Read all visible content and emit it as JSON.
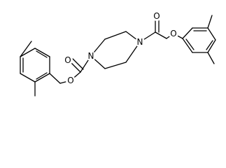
{
  "molecule": {
    "atoms": {
      "o_carbonyl_left": "O",
      "n_left": "N",
      "o_ether_left": "O",
      "o_carbonyl_right": "O",
      "n_right": "N",
      "o_ether_right": "O"
    }
  },
  "colors": {
    "bond": "#000000",
    "text": "#000000",
    "background": "#ffffff"
  }
}
